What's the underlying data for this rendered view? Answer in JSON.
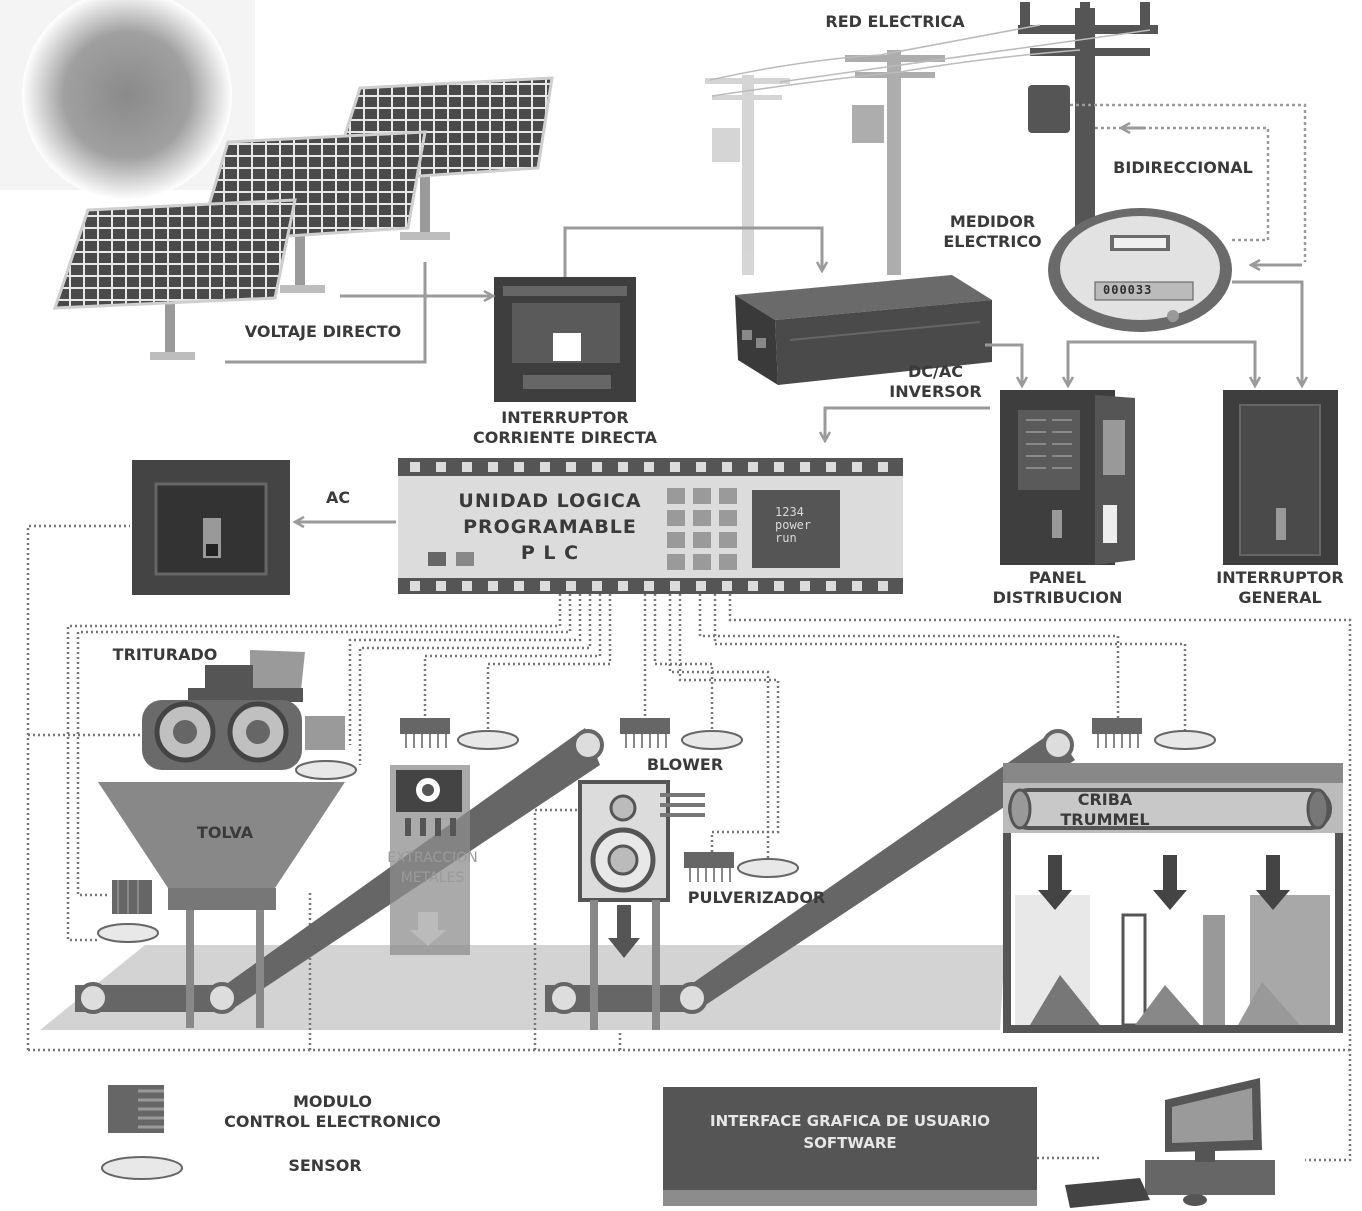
{
  "labels": {
    "red_electrica": "RED ELECTRICA",
    "bidireccional": "BIDIRECCIONAL",
    "medidor": "MEDIDOR\nELECTRICO",
    "voltaje_directo": "VOLTAJE DIRECTO",
    "interruptor_cd": "INTERRUPTOR\nCORRIENTE DIRECTA",
    "inversor": "DC/AC\nINVERSOR",
    "ac": "AC",
    "plc_title": "UNIDAD LOGICA\nPROGRAMABLE\nP L C",
    "plc_display": "1234\npower\nrun",
    "panel": "PANEL\nDISTRIBUCION",
    "interruptor_general": "INTERRUPTOR\nGENERAL",
    "triturado": "TRITURADO",
    "tolva": "TOLVA",
    "extraccion": "EXTRACCION\nMETALES",
    "blower": "BLOWER",
    "pulverizador": "PULVERIZADOR",
    "criba": "CRIBA\nTRUMMEL",
    "modulo": "MODULO\nCONTROL ELECTRONICO",
    "sensor": "SENSOR",
    "gui": "INTERFACE GRAFICA DE USUARIO\nSOFTWARE",
    "meter_digits": "000033"
  },
  "colors": {
    "dark": "#444444",
    "mid": "#8a8a8a",
    "light": "#c8c8c8",
    "floor": "#cfcfcf",
    "wire": "#9a9a9a"
  },
  "icons": [
    "sun-icon",
    "solar-panel-icon",
    "power-pole-icon",
    "electric-meter-icon",
    "inverter-icon",
    "dc-breaker-icon",
    "ac-switch-icon",
    "plc-icon",
    "distribution-panel-icon",
    "main-breaker-icon",
    "crusher-icon",
    "hopper-icon",
    "metal-extractor-icon",
    "blower-icon",
    "conveyor-icon",
    "trommel-screen-icon",
    "control-module-icon",
    "sensor-icon",
    "computer-icon"
  ]
}
